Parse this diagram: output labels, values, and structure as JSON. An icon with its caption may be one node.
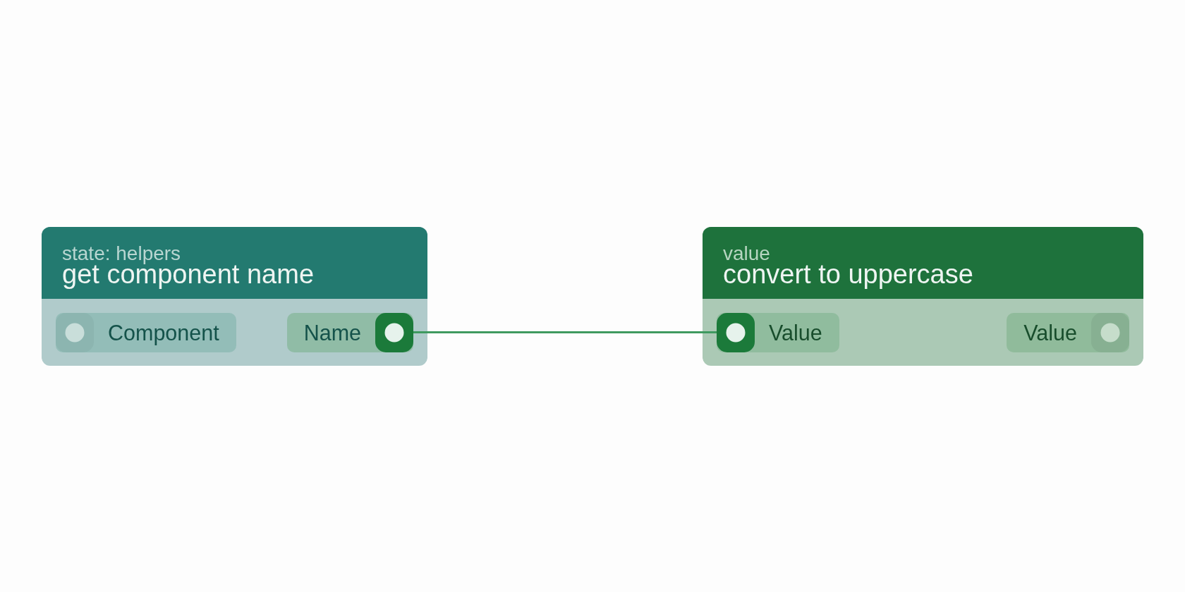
{
  "diagram": {
    "nodes": [
      {
        "text": [
          "state: helpers",
          "get component name"
        ]
      },
      {
        "text": [
          "Component"
        ],
        "in": 0
      },
      {
        "text": [
          "Name"
        ],
        "in": 0
      },
      {
        "text": [
          "value",
          "convert to uppercase"
        ]
      },
      {
        "text": [
          "Value"
        ],
        "in": 3
      },
      {
        "text": [
          "Value"
        ],
        "in": 3
      }
    ],
    "edges": [
      {
        "from": 2,
        "to": 4,
        "arrow": "none"
      }
    ]
  }
}
